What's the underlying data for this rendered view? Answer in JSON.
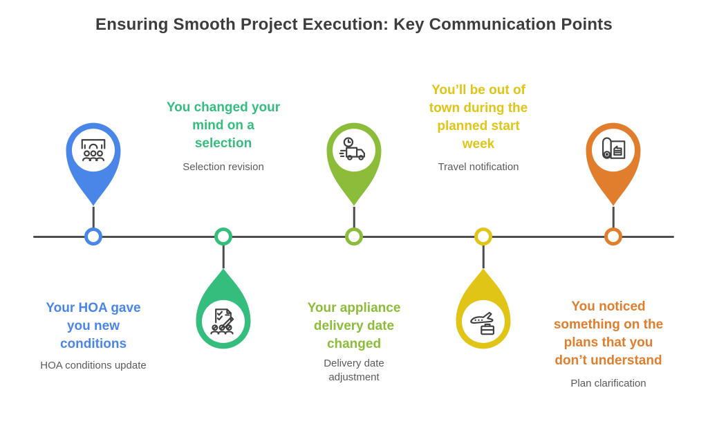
{
  "title": "Ensuring Smooth Project Execution: Key Communication Points",
  "colors": {
    "blue": "#4a86e8",
    "green": "#35bd7d",
    "lime": "#8cbd3a",
    "yellow": "#e0c416",
    "orange": "#e07e2d",
    "timeline_line": "#4d4d4d",
    "subtitle_text": "#5a5a5a",
    "title_text": "#3d3d3d"
  },
  "timeline": {
    "items": [
      {
        "id": "hoa-conditions",
        "pin_side": "above-line",
        "color": "#4a86e8",
        "icon": "meeting-icon",
        "heading": "Your HOA gave\nyou new\nconditions",
        "subtitle": "HOA conditions update"
      },
      {
        "id": "selection-revision",
        "pin_side": "below-line",
        "color": "#35bd7d",
        "icon": "selection-checklist-icon",
        "heading": "You changed your\nmind on a\nselection",
        "subtitle": "Selection revision"
      },
      {
        "id": "delivery-date",
        "pin_side": "above-line",
        "color": "#8cbd3a",
        "icon": "delivery-truck-icon",
        "heading": "Your appliance\ndelivery date\nchanged",
        "subtitle": "Delivery date\nadjustment"
      },
      {
        "id": "travel-notification",
        "pin_side": "below-line",
        "color": "#e0c416",
        "icon": "travel-plane-icon",
        "heading": "You’ll be out of\ntown during the\nplanned start\nweek",
        "subtitle": "Travel notification"
      },
      {
        "id": "plan-clarification",
        "pin_side": "above-line",
        "color": "#e07e2d",
        "icon": "blueprint-plans-icon",
        "heading": "You noticed\nsomething on the\nplans that you\ndon’t understand",
        "subtitle": "Plan clarification"
      }
    ]
  }
}
